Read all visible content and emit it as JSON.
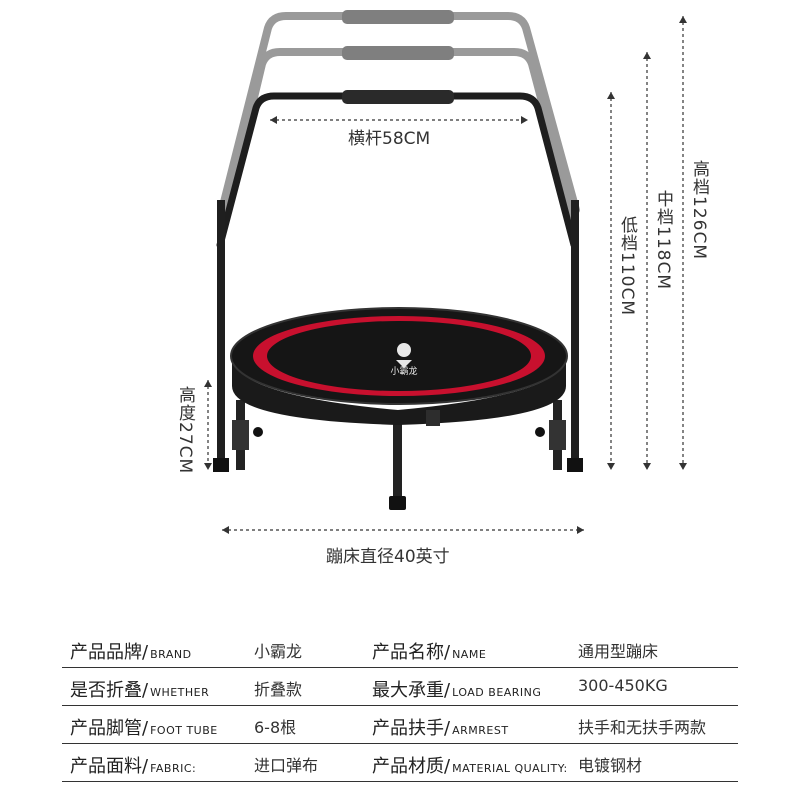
{
  "dimensions": {
    "crossbar": "横杆58CM",
    "high": "高档126CM",
    "mid": "中档118CM",
    "low": "低档110CM",
    "height": "高度27CM",
    "diameter": "蹦床直径40英寸"
  },
  "logo_text": "小霸龙",
  "specs": [
    {
      "k1": "产品品牌/",
      "e1": "BRAND",
      "v1": "小霸龙",
      "k2": "产品名称/",
      "e2": "NAME",
      "v2": "通用型蹦床"
    },
    {
      "k1": "是否折叠/",
      "e1": "WHETHER",
      "v1": "折叠款",
      "k2": "最大承重/",
      "e2": "LOAD BEARING",
      "v2": "300-450KG"
    },
    {
      "k1": "产品脚管/",
      "e1": "FOOT TUBE",
      "v1": "6-8根",
      "k2": "产品扶手/",
      "e2": "ARMREST",
      "v2": "扶手和无扶手两款"
    },
    {
      "k1": "产品面料/",
      "e1": "FABRIC:",
      "v1": "进口弹布",
      "k2": "产品材质/",
      "e2": "MATERIAL QUALITY:",
      "v2": "电镀钢材"
    }
  ]
}
